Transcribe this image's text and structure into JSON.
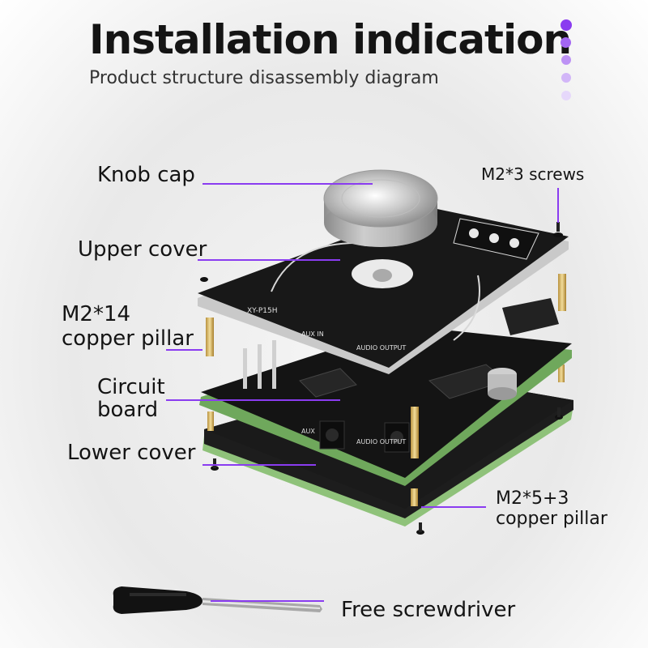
{
  "header": {
    "title": "Installation indication",
    "subtitle": "Product structure disassembly diagram"
  },
  "labels": {
    "knob_cap": "Knob cap",
    "screws": "M2*3 screws",
    "upper_cover": "Upper cover",
    "pillar14_line1": "M2*14",
    "pillar14_line2": "copper pillar",
    "circuit_line1": "Circuit",
    "circuit_line2": "board",
    "lower_cover": "Lower cover",
    "pillar53_line1": "M2*5+3",
    "pillar53_line2": "copper pillar",
    "screwdriver": "Free screwdriver"
  },
  "board_text": {
    "model": "XY-P15H",
    "aux_in": "AUX IN",
    "audio_output": "AUDIO OUTPUT",
    "aux": "AUX",
    "audio_output2": "AUDIO OUTPUT"
  },
  "colors": {
    "accent": "#8a3cf0",
    "board": "#151515",
    "pcb_edge": "#9fd08a"
  }
}
